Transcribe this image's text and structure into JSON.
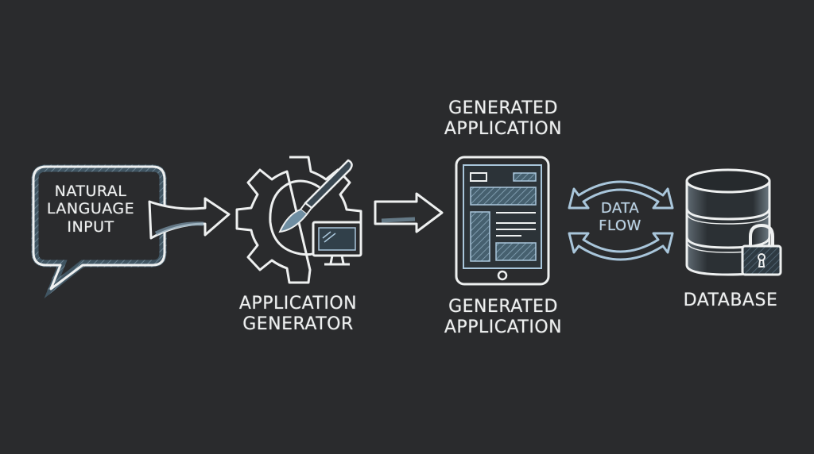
{
  "diagram": {
    "style": "chalkboard",
    "colors": {
      "background": "#2a2b2d",
      "chalk_white": "#eef0f0",
      "chalk_blue": "#a9c6db",
      "fill_blue": "#4f6f82"
    },
    "nodes": [
      {
        "id": "natural-language-input",
        "shape": "speech-bubble",
        "lines": [
          "NATURAL",
          "LANGUAGE",
          "INPUT"
        ]
      },
      {
        "id": "application-generator",
        "icon": "gear-brush-monitor-icon",
        "lines": [
          "APPLICATION",
          "GENERATOR"
        ]
      },
      {
        "id": "generated-application",
        "icon": "tablet-wireframe-icon",
        "top_lines": [
          "GENERATED",
          "APPLICATION"
        ],
        "bottom_lines": [
          "GENERATED",
          "APPLICATION"
        ]
      },
      {
        "id": "data-flow",
        "icon": "bidirectional-arrows-icon",
        "lines": [
          "DATA",
          "FLOW"
        ]
      },
      {
        "id": "database",
        "icon": "database-lock-icon",
        "lines": [
          "DATABASE"
        ]
      }
    ],
    "edges": [
      {
        "from": "natural-language-input",
        "to": "application-generator",
        "type": "curved-arrow"
      },
      {
        "from": "application-generator",
        "to": "generated-application",
        "type": "block-arrow"
      },
      {
        "from": "generated-application",
        "to": "database",
        "type": "bidirectional",
        "label": "DATA FLOW"
      }
    ]
  },
  "labels": {
    "nl": [
      "NATURAL",
      "LANGUAGE",
      "INPUT"
    ],
    "generator": [
      "APPLICATION",
      "GENERATOR"
    ],
    "generated_top": [
      "GENERATED",
      "APPLICATION"
    ],
    "generated_bottom": [
      "GENERATED",
      "APPLICATION"
    ],
    "data_flow": [
      "DATA",
      "FLOW"
    ],
    "database": "DATABASE"
  }
}
